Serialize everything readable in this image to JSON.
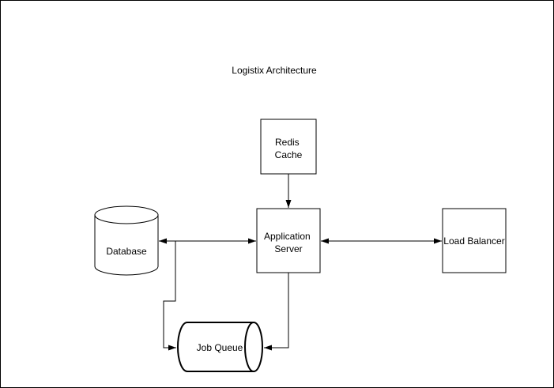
{
  "diagram": {
    "title": "Logistix Architecture",
    "background_color": "#ffffff",
    "border_color": "#000000",
    "stroke_color": "#000000",
    "text_color": "#000000",
    "shape_fill_color": "#ffffff"
  },
  "nodes": {
    "redis_cache": {
      "shape": "rectangle",
      "label": "Redis Cache",
      "line1": "Redis",
      "line2": "Cache"
    },
    "application_server": {
      "shape": "rectangle",
      "label": "Application Server",
      "line1": "Application",
      "line2": "Server"
    },
    "load_balancer": {
      "shape": "rectangle",
      "label": "Load Balancer"
    },
    "database": {
      "shape": "vertical-cylinder",
      "label": "Database"
    },
    "job_queue": {
      "shape": "horizontal-cylinder",
      "label": "Job Queue"
    }
  },
  "edges": [
    {
      "from": "Redis Cache",
      "to": "Application Server",
      "arrows": "one-way"
    },
    {
      "from": "Database",
      "to": "Application Server",
      "arrows": "two-way"
    },
    {
      "from": "Application Server",
      "to": "Load Balancer",
      "arrows": "two-way"
    },
    {
      "from": "Database",
      "to": "Job Queue",
      "arrows": "one-way"
    },
    {
      "from": "Application Server",
      "to": "Job Queue",
      "arrows": "one-way"
    }
  ]
}
